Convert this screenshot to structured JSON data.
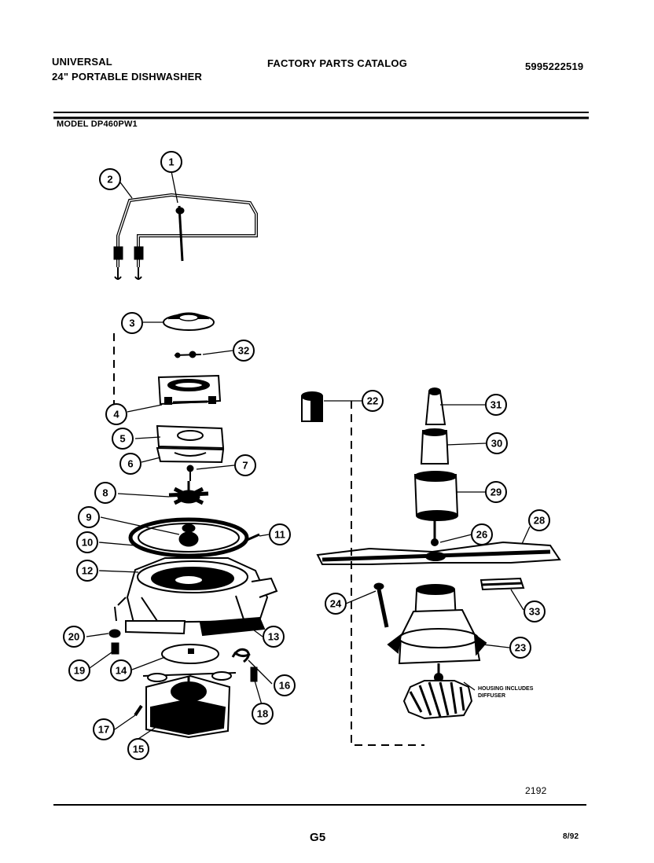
{
  "header": {
    "brand": "UNIVERSAL",
    "subtitle": "24\" PORTABLE DISHWASHER",
    "catalog_title": "FACTORY PARTS CATALOG",
    "part_number": "5995222519",
    "model_label": "MODEL DP460PW1"
  },
  "diagram": {
    "callouts": [
      "1",
      "2",
      "3",
      "4",
      "5",
      "6",
      "7",
      "8",
      "9",
      "10",
      "11",
      "12",
      "13",
      "14",
      "15",
      "16",
      "17",
      "18",
      "19",
      "20",
      "22",
      "23",
      "24",
      "26",
      "28",
      "29",
      "30",
      "31",
      "32",
      "33"
    ],
    "note_line1": "HOUSING INCLUDES",
    "note_line2": "DIFFUSER"
  },
  "footer": {
    "reference": "2192",
    "page": "G5",
    "date": "8/92"
  }
}
